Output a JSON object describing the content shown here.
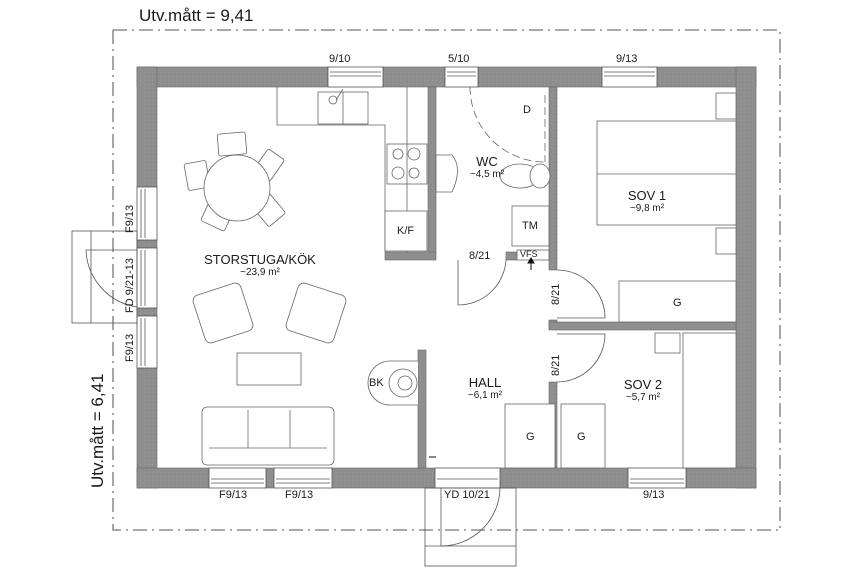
{
  "plan": {
    "title_width": "Utv.mått = 9,41",
    "title_depth": "Utv.mått = 6,41",
    "colors": {
      "wall": "#8f8f8f",
      "line": "#555555",
      "dash": "#777777"
    }
  },
  "rooms": [
    {
      "id": "storstuga",
      "name": "STORSTUGA/KÖK",
      "area": "~23,9 m²"
    },
    {
      "id": "wc",
      "name": "WC",
      "area": "~4,5 m²"
    },
    {
      "id": "sov1",
      "name": "SOV 1",
      "area": "~9,8 m²"
    },
    {
      "id": "sov2",
      "name": "SOV 2",
      "area": "~5,7 m²"
    },
    {
      "id": "hall",
      "name": "HALL",
      "area": "~6,1 m²"
    }
  ],
  "windows": {
    "top_kitchen": "9/10",
    "top_wc": "5/10",
    "top_sov1": "9/13",
    "left_upper": "F9/13",
    "left_door": "FD 9/21-13",
    "left_lower": "F9/13",
    "bottom_left1": "F9/13",
    "bottom_left2": "F9/13",
    "bottom_sov2": "9/13"
  },
  "doors": {
    "entry": "YD 10/21",
    "wc": "8/21",
    "sov1": "8/21",
    "sov2": "8/21"
  },
  "fixtures": {
    "closet_d": "D",
    "tm": "TM",
    "vfs": "VFS",
    "kf": "K/F",
    "bk": "BK",
    "wardrobe_sov1": "G",
    "wardrobe_hall1": "G",
    "wardrobe_hall2": "G",
    "wardrobe_sov2": "G"
  }
}
